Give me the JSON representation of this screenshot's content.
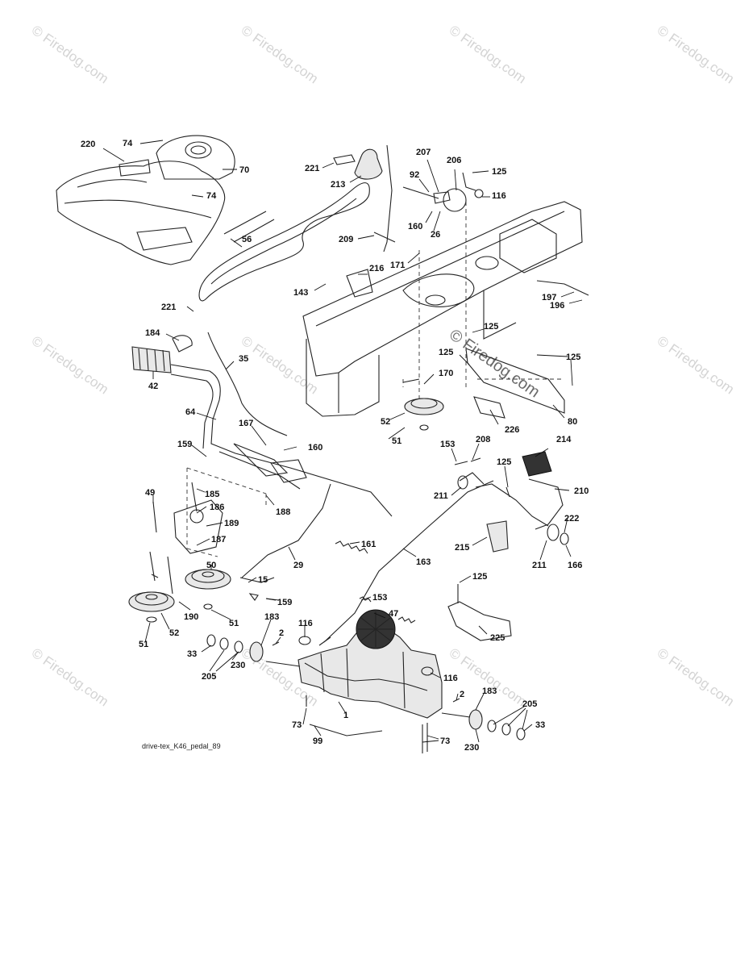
{
  "watermark": {
    "text": "© Firedog.com",
    "center_text": "© Firedog.com"
  },
  "caption": "drive-tex_K46_pedal_89",
  "callouts": [
    {
      "id": "c220",
      "label": "220"
    },
    {
      "id": "c74a",
      "label": "74"
    },
    {
      "id": "c70",
      "label": "70"
    },
    {
      "id": "c74b",
      "label": "74"
    },
    {
      "id": "c221a",
      "label": "221"
    },
    {
      "id": "c213",
      "label": "213"
    },
    {
      "id": "c207",
      "label": "207"
    },
    {
      "id": "c92",
      "label": "92"
    },
    {
      "id": "c206",
      "label": "206"
    },
    {
      "id": "c125a",
      "label": "125"
    },
    {
      "id": "c116a",
      "label": "116"
    },
    {
      "id": "c56",
      "label": "56"
    },
    {
      "id": "c160a",
      "label": "160"
    },
    {
      "id": "c26",
      "label": "26"
    },
    {
      "id": "c209",
      "label": "209"
    },
    {
      "id": "c171",
      "label": "171"
    },
    {
      "id": "c216",
      "label": "216"
    },
    {
      "id": "c143",
      "label": "143"
    },
    {
      "id": "c197",
      "label": "197"
    },
    {
      "id": "c196",
      "label": "196"
    },
    {
      "id": "c221b",
      "label": "221"
    },
    {
      "id": "c184",
      "label": "184"
    },
    {
      "id": "c35",
      "label": "35"
    },
    {
      "id": "c42",
      "label": "42"
    },
    {
      "id": "c125b",
      "label": "125"
    },
    {
      "id": "c125c",
      "label": "125"
    },
    {
      "id": "c125d",
      "label": "125"
    },
    {
      "id": "c170",
      "label": "170"
    },
    {
      "id": "c52a",
      "label": "52"
    },
    {
      "id": "c51a",
      "label": "51"
    },
    {
      "id": "c226",
      "label": "226"
    },
    {
      "id": "c80",
      "label": "80"
    },
    {
      "id": "c64",
      "label": "64"
    },
    {
      "id": "c167",
      "label": "167"
    },
    {
      "id": "c160b",
      "label": "160"
    },
    {
      "id": "c159a",
      "label": "159"
    },
    {
      "id": "c153a",
      "label": "153"
    },
    {
      "id": "c208",
      "label": "208"
    },
    {
      "id": "c214",
      "label": "214"
    },
    {
      "id": "c125e",
      "label": "125"
    },
    {
      "id": "c211a",
      "label": "211"
    },
    {
      "id": "c210",
      "label": "210"
    },
    {
      "id": "c49",
      "label": "49"
    },
    {
      "id": "c185",
      "label": "185"
    },
    {
      "id": "c186",
      "label": "186"
    },
    {
      "id": "c188",
      "label": "188"
    },
    {
      "id": "c189",
      "label": "189"
    },
    {
      "id": "c222",
      "label": "222"
    },
    {
      "id": "c187",
      "label": "187"
    },
    {
      "id": "c161",
      "label": "161"
    },
    {
      "id": "c215",
      "label": "215"
    },
    {
      "id": "c163",
      "label": "163"
    },
    {
      "id": "c211b",
      "label": "211"
    },
    {
      "id": "c166",
      "label": "166"
    },
    {
      "id": "c50",
      "label": "50"
    },
    {
      "id": "c29",
      "label": "29"
    },
    {
      "id": "c15",
      "label": "15"
    },
    {
      "id": "c125f",
      "label": "125"
    },
    {
      "id": "c159b",
      "label": "159"
    },
    {
      "id": "c153b",
      "label": "153"
    },
    {
      "id": "c190",
      "label": "190"
    },
    {
      "id": "c51b",
      "label": "51"
    },
    {
      "id": "c52b",
      "label": "52"
    },
    {
      "id": "c47",
      "label": "47"
    },
    {
      "id": "c225",
      "label": "225"
    },
    {
      "id": "c183a",
      "label": "183"
    },
    {
      "id": "c116b",
      "label": "116"
    },
    {
      "id": "c2a",
      "label": "2"
    },
    {
      "id": "c51c",
      "label": "51"
    },
    {
      "id": "c33a",
      "label": "33"
    },
    {
      "id": "c205a",
      "label": "205"
    },
    {
      "id": "c230a",
      "label": "230"
    },
    {
      "id": "c116c",
      "label": "116"
    },
    {
      "id": "c2b",
      "label": "2"
    },
    {
      "id": "c183b",
      "label": "183"
    },
    {
      "id": "c205b",
      "label": "205"
    },
    {
      "id": "c1",
      "label": "1"
    },
    {
      "id": "c73a",
      "label": "73"
    },
    {
      "id": "c33b",
      "label": "33"
    },
    {
      "id": "c230b",
      "label": "230"
    },
    {
      "id": "c99",
      "label": "99"
    },
    {
      "id": "c73b",
      "label": "73"
    }
  ]
}
